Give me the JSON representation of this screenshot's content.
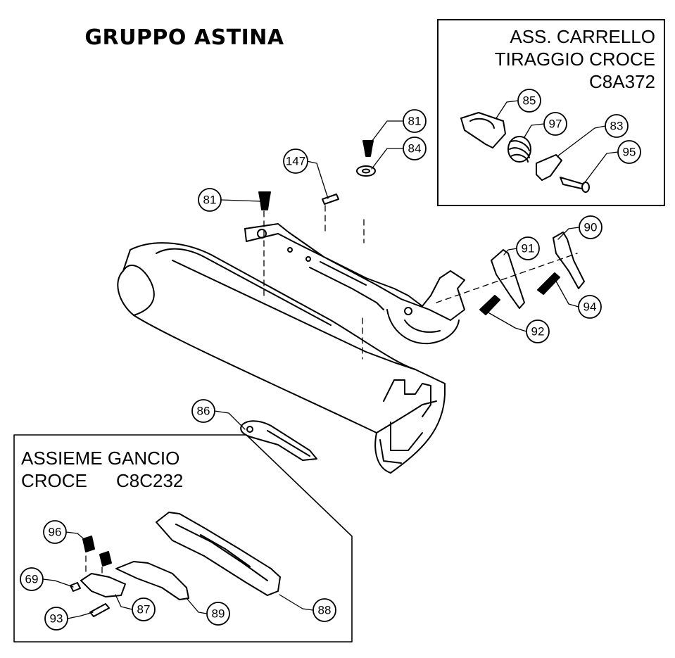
{
  "title": "GRUPPO ASTINA",
  "kit_a": {
    "line1": "ASS. CARRELLO",
    "line2": "TIRAGGIO CROCE",
    "code": "C8A372"
  },
  "kit_b": {
    "line1": "ASSIEME GANCIO",
    "line2": "CROCE",
    "code": "C8C232"
  },
  "callouts": [
    "81",
    "84",
    "147",
    "81",
    "85",
    "97",
    "83",
    "95",
    "90",
    "91",
    "94",
    "92",
    "86",
    "96",
    "69",
    "87",
    "93",
    "89",
    "88"
  ]
}
